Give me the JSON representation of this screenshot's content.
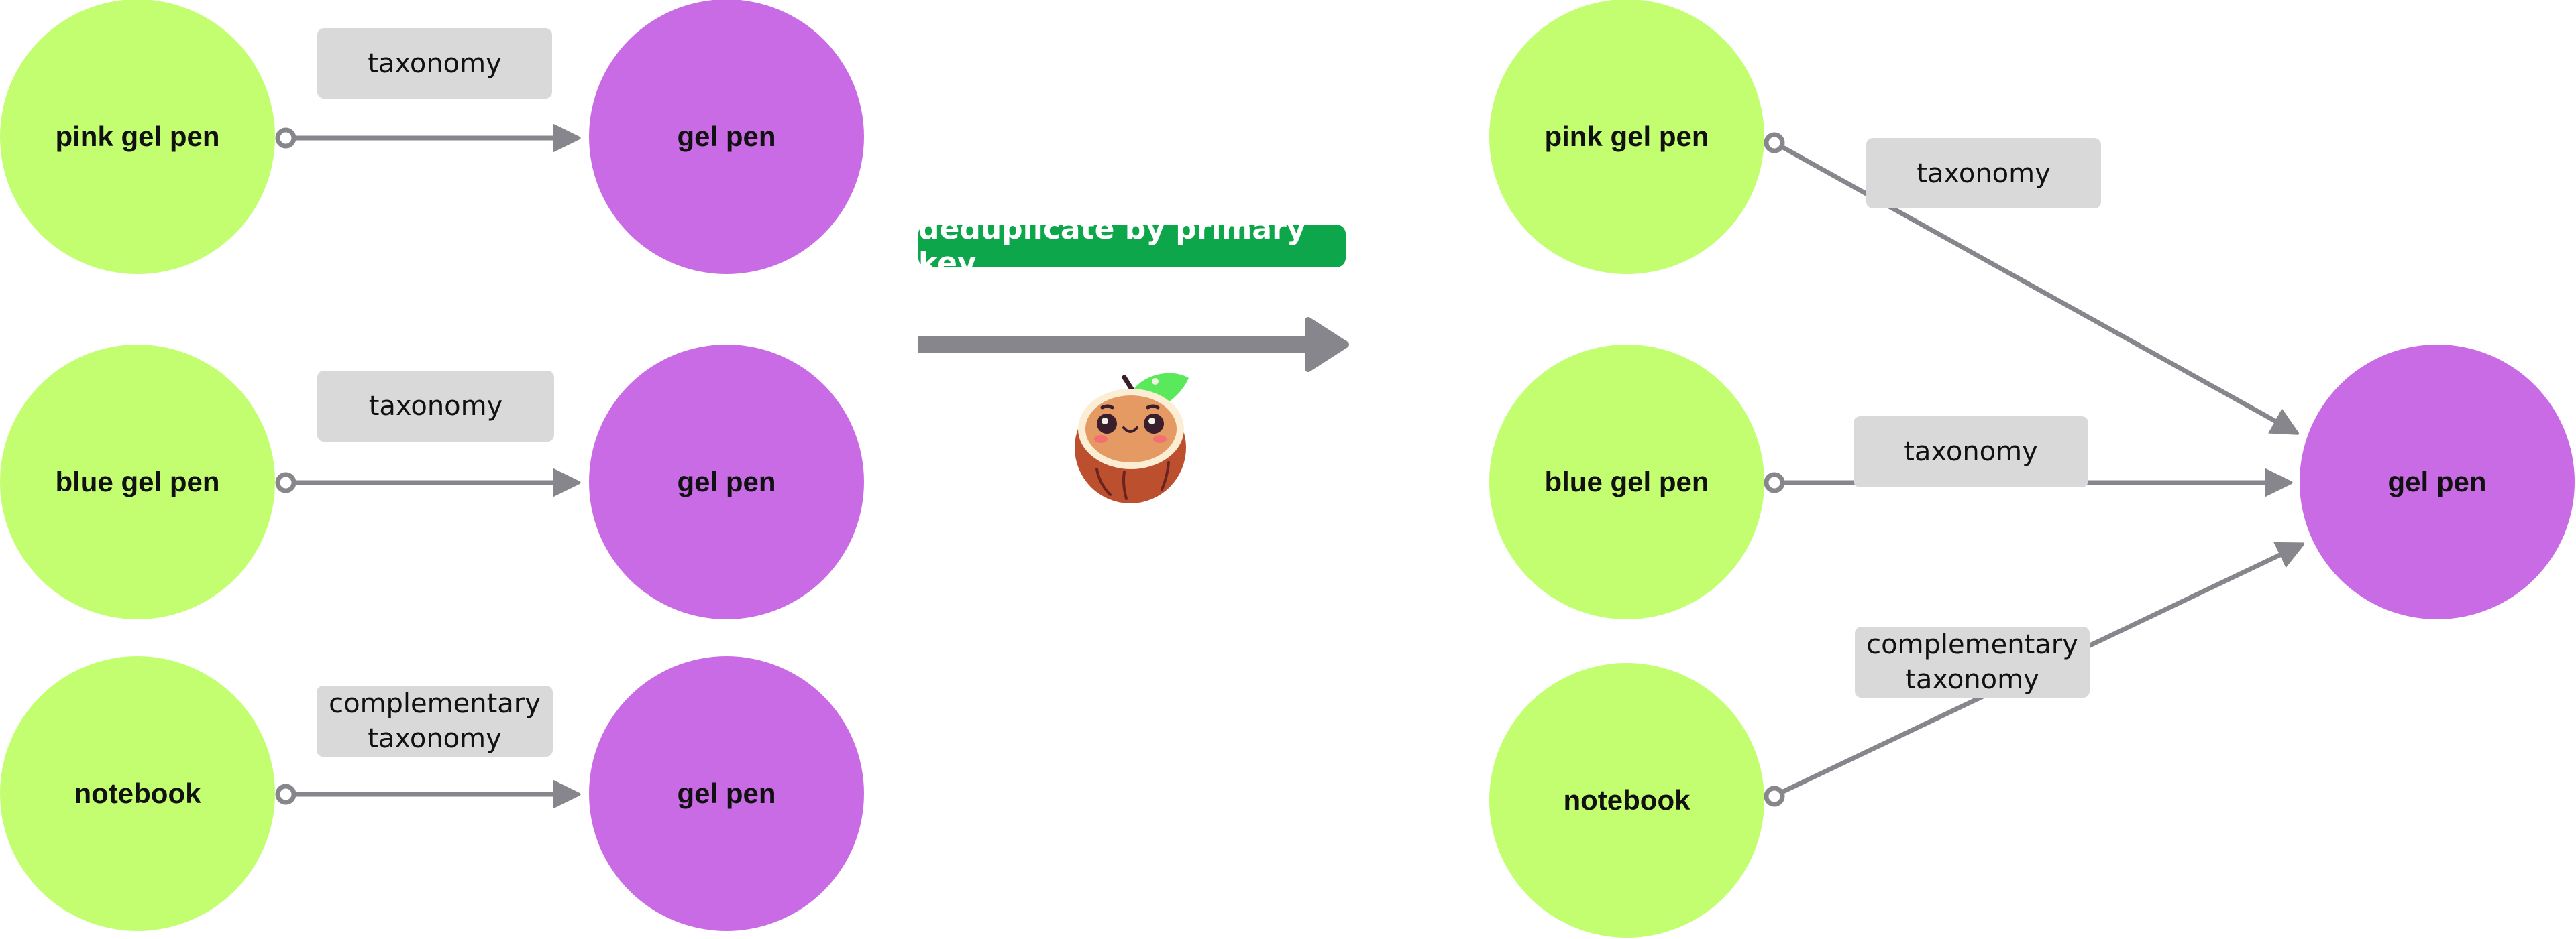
{
  "colors": {
    "source_node": "#c2fe70",
    "target_node": "#ca6be6",
    "edge": "#87868c",
    "label_bg": "#d9d9d9",
    "badge_bg": "#0da64a",
    "badge_text": "#ffffff"
  },
  "before": {
    "rows": [
      {
        "source": "pink gel pen",
        "relation": "taxonomy",
        "target": "gel pen"
      },
      {
        "source": "blue gel pen",
        "relation": "taxonomy",
        "target": "gel pen"
      },
      {
        "source": "notebook",
        "relation": "complementary\ntaxonomy",
        "target": "gel pen"
      }
    ]
  },
  "transform": {
    "label": "deduplicate by primary key",
    "mascot": "coconut-mascot"
  },
  "after": {
    "sources": [
      "pink gel pen",
      "blue gel pen",
      "notebook"
    ],
    "relations": [
      "taxonomy",
      "taxonomy",
      "complementary\ntaxonomy"
    ],
    "target": "gel pen"
  }
}
